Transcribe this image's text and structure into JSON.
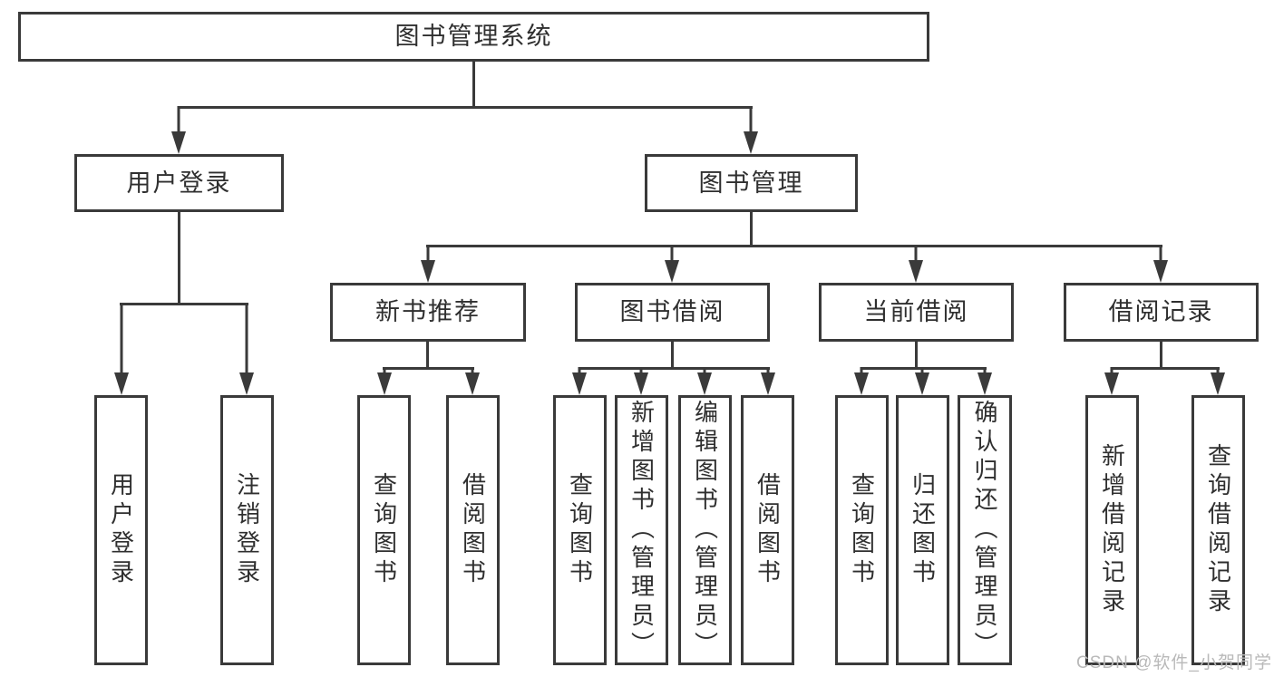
{
  "tree": {
    "label": "图书管理系统",
    "children": [
      {
        "label": "用户登录",
        "children": [
          {
            "label": "用户登录"
          },
          {
            "label": "注销登录"
          }
        ]
      },
      {
        "label": "图书管理",
        "children": [
          {
            "label": "新书推荐",
            "children": [
              {
                "label": "查询图书"
              },
              {
                "label": "借阅图书"
              }
            ]
          },
          {
            "label": "图书借阅",
            "children": [
              {
                "label": "查询图书"
              },
              {
                "label": "新增图书（管理员）"
              },
              {
                "label": "编辑图书（管理员）"
              },
              {
                "label": "借阅图书"
              }
            ]
          },
          {
            "label": "当前借阅",
            "children": [
              {
                "label": "查询图书"
              },
              {
                "label": "归还图书"
              },
              {
                "label": "确认归还（管理员）"
              }
            ]
          },
          {
            "label": "借阅记录",
            "children": [
              {
                "label": "新增借阅记录"
              },
              {
                "label": "查询借阅记录"
              }
            ]
          }
        ]
      }
    ]
  },
  "watermark": "CSDN @软件_小贺同学",
  "colors": {
    "line": "#3a3a3a",
    "text": "#2f2f2f",
    "background": "#ffffff",
    "watermark": "#b9b9b9"
  }
}
